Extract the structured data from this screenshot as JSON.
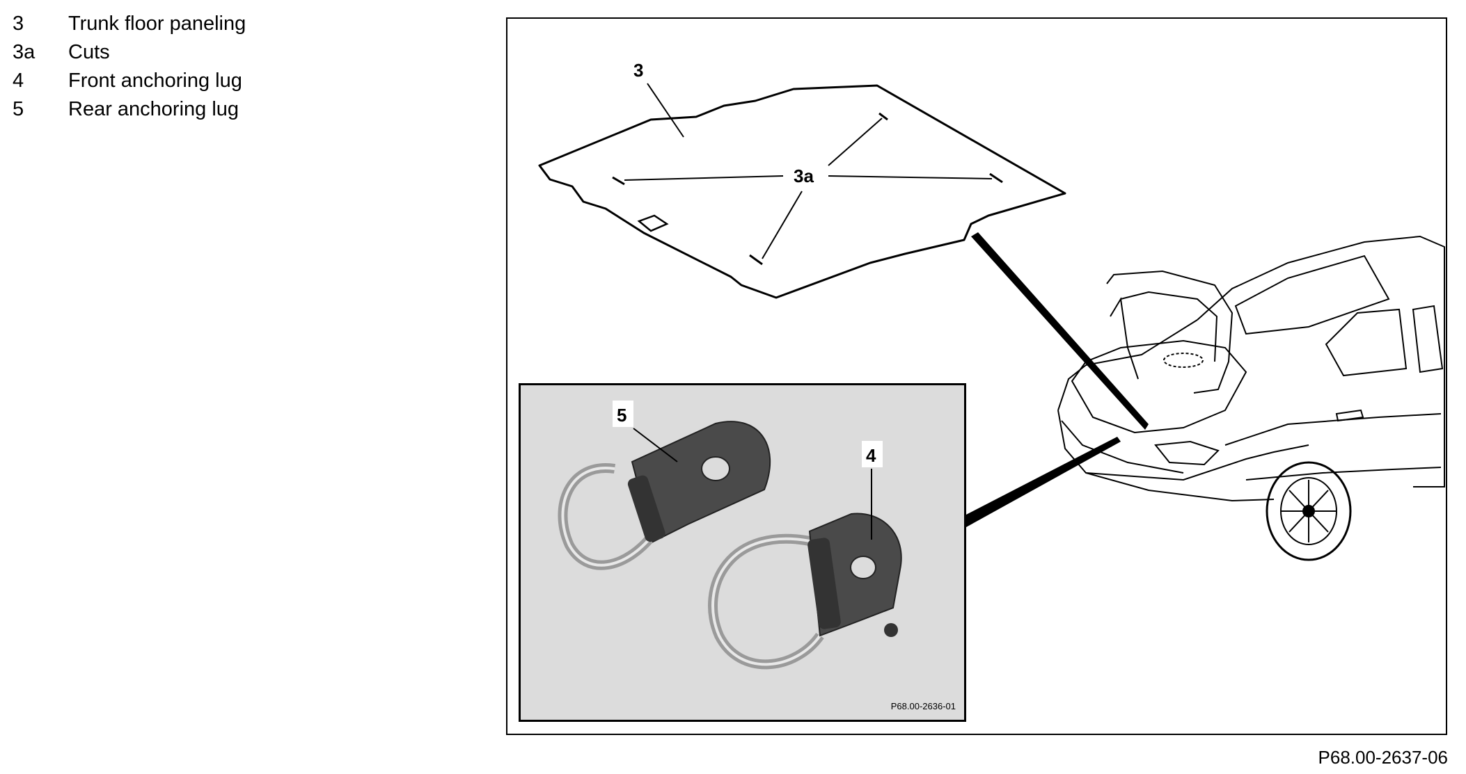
{
  "legend": [
    {
      "key": "3",
      "label": "Trunk floor paneling"
    },
    {
      "key": "3a",
      "label": "Cuts"
    },
    {
      "key": "4",
      "label": "Front anchoring lug"
    },
    {
      "key": "5",
      "label": "Rear anchoring lug"
    }
  ],
  "diagram": {
    "callouts": {
      "panel": "3",
      "cuts": "3a",
      "front_lug": "4",
      "rear_lug": "5"
    },
    "inset_code": "P68.00-2636-01",
    "figure_code": "P68.00-2637-06"
  }
}
